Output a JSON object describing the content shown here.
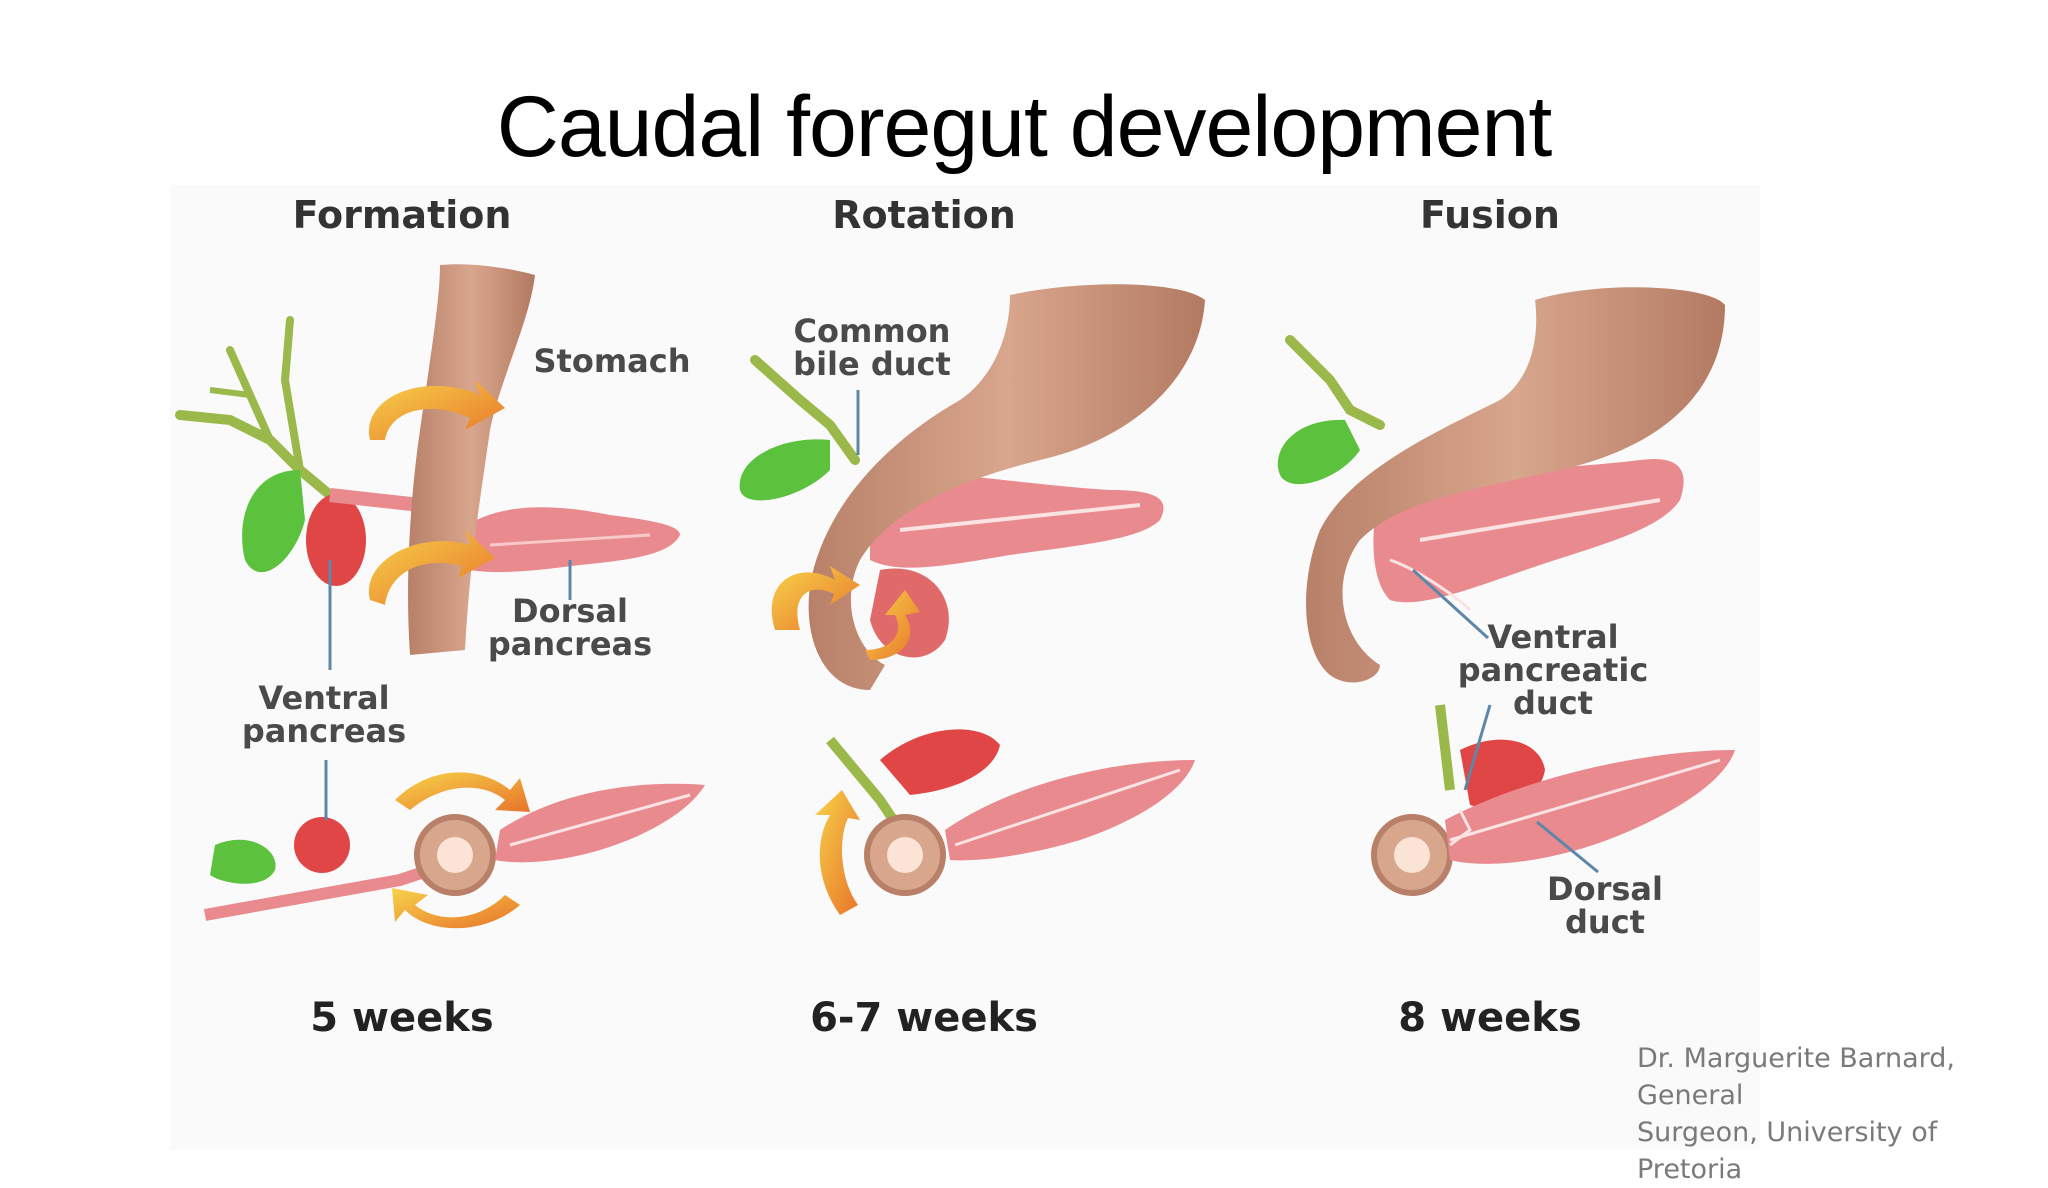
{
  "slide": {
    "title": "Caudal foregut development"
  },
  "stages": [
    {
      "title": "Formation",
      "weeks": "5 weeks"
    },
    {
      "title": "Rotation",
      "weeks": "6-7 weeks"
    },
    {
      "title": "Fusion",
      "weeks": "8 weeks"
    }
  ],
  "labels": {
    "stomach": "Stomach",
    "dorsal_pancreas": [
      "Dorsal",
      "pancreas"
    ],
    "ventral_pancreas": [
      "Ventral",
      "pancreas"
    ],
    "common_bile_duct": [
      "Common",
      "bile duct"
    ],
    "ventral_pancreatic_duct": [
      "Ventral",
      "pancreatic",
      "duct"
    ],
    "dorsal_duct": [
      "Dorsal",
      "duct"
    ]
  },
  "credit": [
    "Dr. Marguerite Barnard, General",
    "Surgeon, University of Pretoria"
  ],
  "colors": {
    "stomach": "#c9937a",
    "pancreas": "#e98a8f",
    "ventral_bud": "#e04646",
    "gallbladder": "#5cc23e",
    "bile_duct": "#9bb84a",
    "arrow": "#f2b134",
    "leader": "#5e86a8"
  }
}
